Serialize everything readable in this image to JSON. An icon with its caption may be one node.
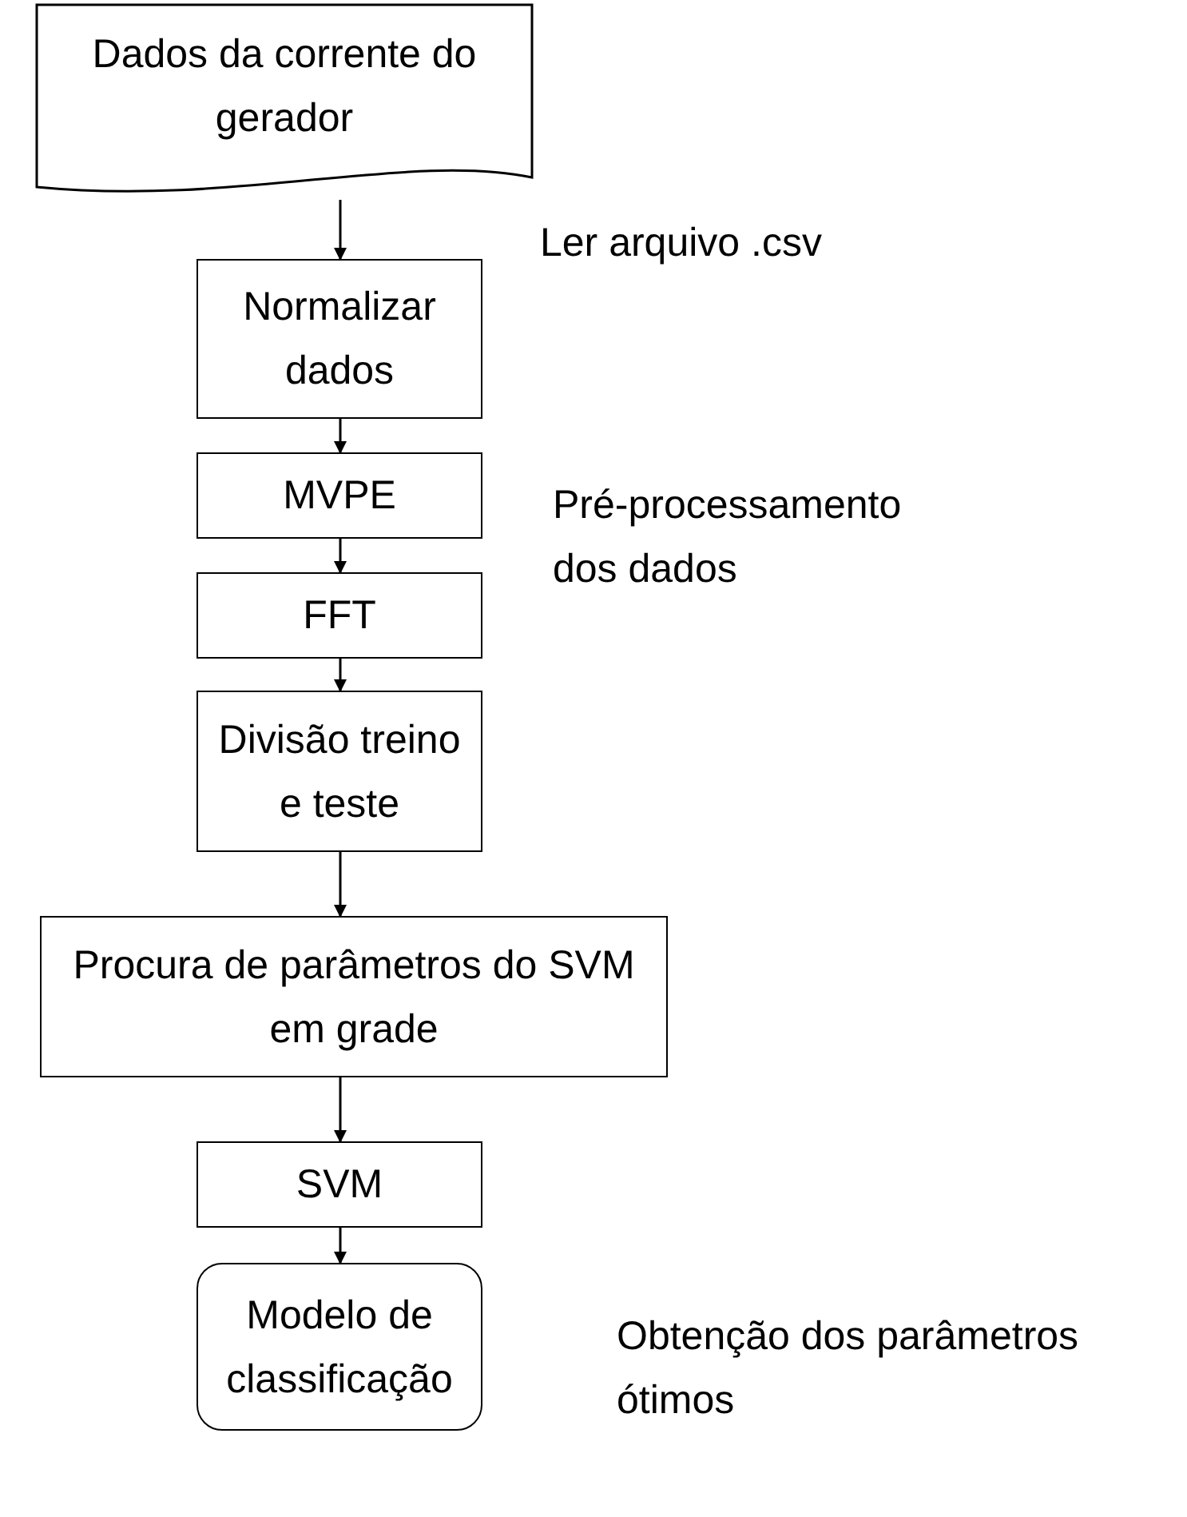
{
  "diagram": {
    "nodes": [
      {
        "text": [
          "Dados da corrente do gerador"
        ]
      },
      {
        "text": [
          "Normalizar dados"
        ]
      },
      {
        "text": [
          "MVPE"
        ]
      },
      {
        "text": [
          "FFT"
        ]
      },
      {
        "text": [
          "Divisão treino e teste"
        ]
      },
      {
        "text": [
          "Procura de parâmetros do SVM em grade"
        ]
      },
      {
        "text": [
          "SVM"
        ]
      },
      {
        "text": [
          "Modelo de classificação"
        ]
      }
    ],
    "edges": [
      {
        "from": 0,
        "to": 1,
        "arrow": "to"
      },
      {
        "from": 1,
        "to": 2,
        "arrow": "to"
      },
      {
        "from": 2,
        "to": 3,
        "arrow": "to"
      },
      {
        "from": 3,
        "to": 4,
        "arrow": "to"
      },
      {
        "from": 4,
        "to": 5,
        "arrow": "to"
      },
      {
        "from": 5,
        "to": 6,
        "arrow": "to"
      },
      {
        "from": 6,
        "to": 7,
        "arrow": "to"
      }
    ],
    "labels": [
      "Ler arquivo .csv",
      "Pré-processamento dos dados",
      "Obtenção dos parâmetros ótimos"
    ]
  }
}
